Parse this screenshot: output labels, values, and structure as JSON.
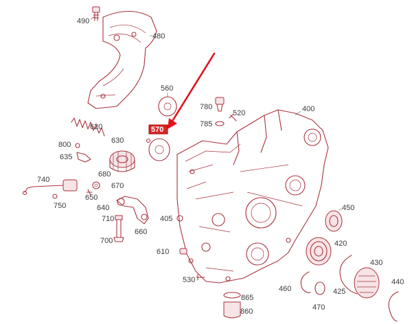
{
  "diagram": {
    "labels": [
      {
        "id": "p490",
        "text": "490"
      },
      {
        "id": "p480",
        "text": "480"
      },
      {
        "id": "p560",
        "text": "560"
      },
      {
        "id": "p780",
        "text": "780"
      },
      {
        "id": "p520",
        "text": "520"
      },
      {
        "id": "p400",
        "text": "400"
      },
      {
        "id": "p785",
        "text": "785"
      },
      {
        "id": "p620",
        "text": "620"
      },
      {
        "id": "p800",
        "text": "800"
      },
      {
        "id": "p635",
        "text": "635"
      },
      {
        "id": "p630",
        "text": "630"
      },
      {
        "id": "p740",
        "text": "740"
      },
      {
        "id": "p680",
        "text": "680"
      },
      {
        "id": "p670",
        "text": "670"
      },
      {
        "id": "p650",
        "text": "650"
      },
      {
        "id": "p750",
        "text": "750"
      },
      {
        "id": "p640",
        "text": "640"
      },
      {
        "id": "p710",
        "text": "710"
      },
      {
        "id": "p660",
        "text": "660"
      },
      {
        "id": "p700",
        "text": "700"
      },
      {
        "id": "p405",
        "text": "405"
      },
      {
        "id": "p450",
        "text": "450"
      },
      {
        "id": "p420",
        "text": "420"
      },
      {
        "id": "p610",
        "text": "610"
      },
      {
        "id": "p530",
        "text": "530"
      },
      {
        "id": "p430",
        "text": "430"
      },
      {
        "id": "p440",
        "text": "440"
      },
      {
        "id": "p460",
        "text": "460"
      },
      {
        "id": "p425",
        "text": "425"
      },
      {
        "id": "p470",
        "text": "470"
      },
      {
        "id": "p865",
        "text": "865"
      },
      {
        "id": "p860",
        "text": "860"
      }
    ],
    "highlight": {
      "text": "570",
      "color": "#d62828"
    },
    "arrow_color": "#e0121c",
    "line_color": "#a8323c"
  }
}
